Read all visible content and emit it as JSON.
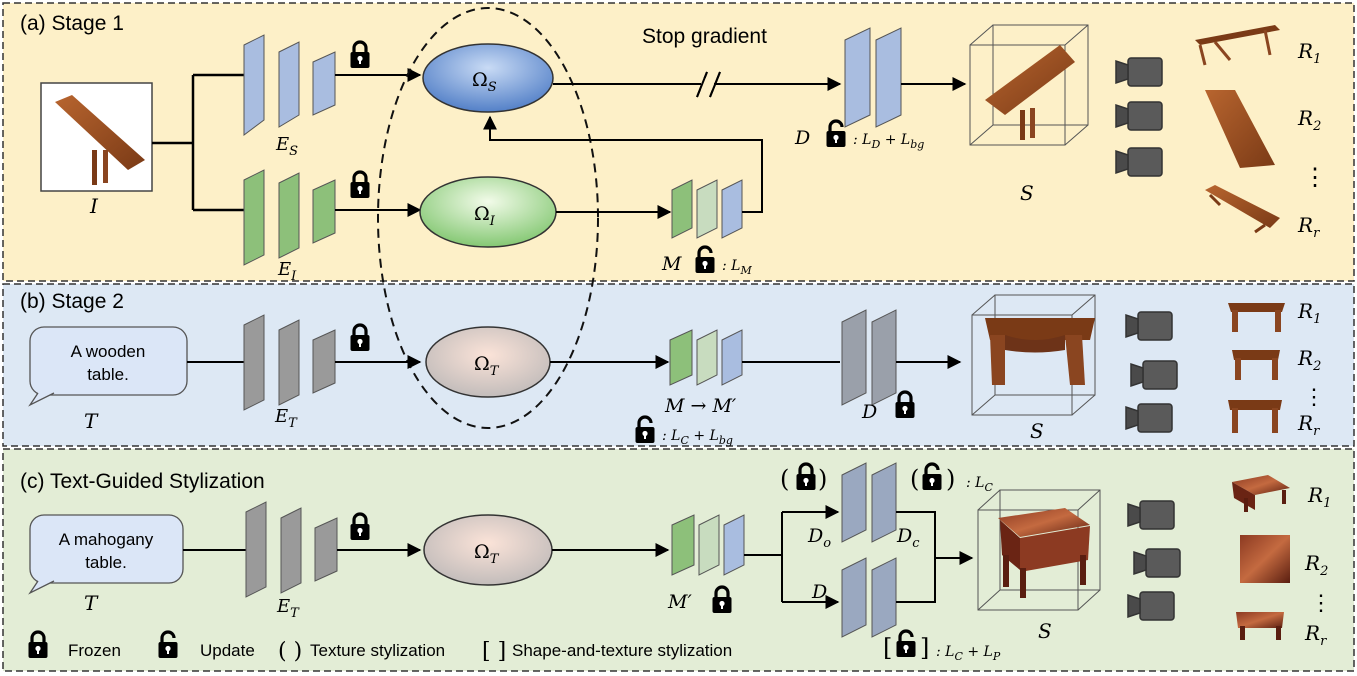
{
  "stages": {
    "stage1": {
      "title": "(a) Stage 1",
      "bg": "#fdf0c8"
    },
    "stage2": {
      "title": "(b) Stage 2",
      "bg": "#dde8f4"
    },
    "stage3": {
      "title": "(c) Text-Guided Stylization",
      "bg": "#e3edd6"
    }
  },
  "labels": {
    "input_image": "I",
    "encoder_s": "E",
    "encoder_s_sub": "S",
    "encoder_i": "E",
    "encoder_i_sub": "I",
    "encoder_t": "E",
    "encoder_t_sub": "T",
    "omega": "Ω",
    "omega_s_sub": "S",
    "omega_i_sub": "I",
    "omega_t_sub": "T",
    "stop_gradient": "Stop gradient",
    "decoder": "D",
    "loss_d": ": L",
    "loss_d_sub1": "D",
    "loss_d_plus": " + L",
    "loss_d_sub2": "bg",
    "mapper": "M",
    "loss_m": ": L",
    "loss_m_sub": "M",
    "shape": "S",
    "render": "R",
    "render_sub1": "1",
    "render_sub2": "2",
    "render_subr": "r",
    "text_prompt": "T",
    "mapper_change": "M → M′",
    "loss_cbg": ": L",
    "loss_cbg_sub1": "C",
    "loss_cbg_plus": " + L",
    "loss_cbg_sub2": "bg",
    "mapper_prime": "M′",
    "decoder_o": "D",
    "decoder_o_sub": "o",
    "decoder_c": "D",
    "decoder_c_sub": "c",
    "loss_c": ": L",
    "loss_c_sub": "C",
    "loss_cp": ": L",
    "loss_cp_sub1": "C",
    "loss_cp_plus": " + L",
    "loss_cp_sub2": "P",
    "paren_open": "(",
    "paren_close": ")",
    "bracket_open": "[",
    "bracket_close": "]",
    "dots": "⋮"
  },
  "bubbles": {
    "stage2_text_line1": "A wooden",
    "stage2_text_line2": "table.",
    "stage3_text_line1": "A mahogany",
    "stage3_text_line2": "table."
  },
  "legend": {
    "frozen": "Frozen",
    "update": "Update",
    "paren_symbol": "( )",
    "texture": "Texture stylization",
    "bracket_symbol": "[ ]",
    "shape_texture": "Shape-and-texture stylization"
  },
  "colors": {
    "encoder_blue": "#a9bde0",
    "encoder_green": "#8dc07a",
    "encoder_gray": "#9a9a9a",
    "omega_s": "#5b86cc",
    "omega_i": "#8fd07e",
    "omega_t": "#c8c4c4",
    "table_wood": "#a0522d",
    "mahogany": "#7a2e1a",
    "camera": "#555555"
  }
}
